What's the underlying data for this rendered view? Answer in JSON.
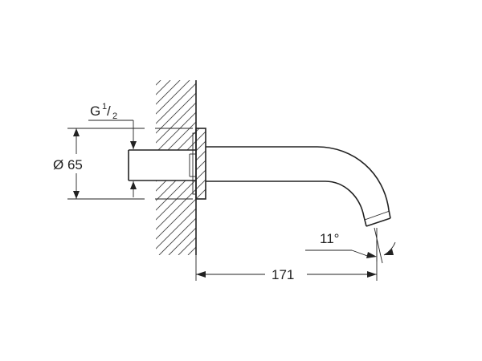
{
  "thread_label": {
    "letter": "G",
    "num": "1",
    "sep": "/",
    "den": "2"
  },
  "diameter_label": "Ø 65",
  "length_label": "171",
  "angle_label": "11°"
}
